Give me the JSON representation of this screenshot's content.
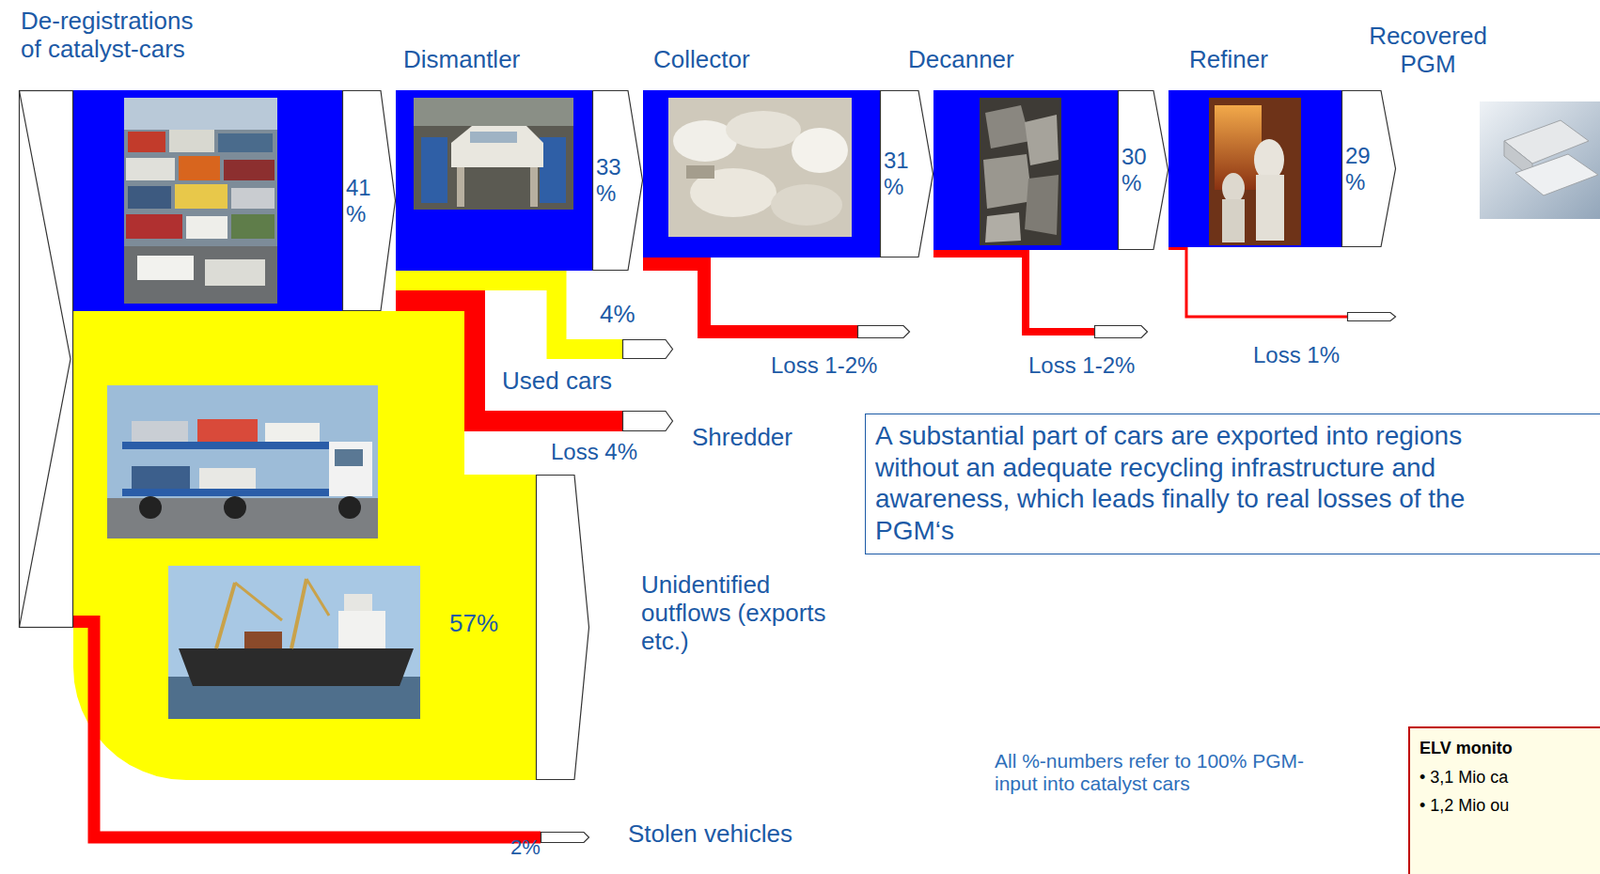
{
  "diagram": {
    "nodes": [
      {
        "text": [
          "De-registrations of catalyst-cars"
        ]
      },
      {
        "text": [
          "41 %"
        ]
      },
      {
        "text": [
          "33 %"
        ]
      },
      {
        "text": [
          "31 %"
        ]
      },
      {
        "text": [
          "30 %"
        ]
      },
      {
        "text": [
          "Recovered PGM",
          "29 %"
        ]
      },
      {
        "text": [
          "4%",
          "Used cars"
        ]
      },
      {
        "text": [
          "Loss 4%",
          "Shredder"
        ]
      },
      {
        "text": [
          "Loss 1-2%"
        ]
      },
      {
        "text": [
          "Loss 1-2%"
        ]
      },
      {
        "text": [
          "Loss 1%"
        ]
      },
      {
        "text": [
          "57%",
          "Unidentified outflows (exports etc.)"
        ]
      },
      {
        "text": [
          "Stolen vehicles",
          "2%"
        ]
      },
      {
        "text": [
          "A substantial part of cars are exported into regions without an adequate recycling infrastructure and awareness, which leads finally to real losses of the PGM‘s"
        ]
      },
      {
        "text": [
          "ELV monito",
          "• 3,1 Mio ca",
          "• 1,2 Mio ou"
        ]
      }
    ],
    "edges": [
      {
        "from": 0,
        "to": 1,
        "arrow": "none"
      },
      {
        "from": 1,
        "to": 2,
        "arrow": "none"
      },
      {
        "from": 2,
        "to": 3,
        "arrow": "none"
      },
      {
        "from": 3,
        "to": 4,
        "arrow": "none"
      },
      {
        "from": 4,
        "to": 5,
        "arrow": "none"
      },
      {
        "from": 0,
        "to": 11,
        "arrow": "none"
      },
      {
        "from": 0,
        "to": 12,
        "arrow": "none"
      },
      {
        "from": 1,
        "to": 6,
        "arrow": "none"
      },
      {
        "from": 1,
        "to": 7,
        "arrow": "none"
      },
      {
        "from": 2,
        "to": 8,
        "arrow": "none"
      },
      {
        "from": 3,
        "to": 9,
        "arrow": "none"
      },
      {
        "from": 4,
        "to": 10,
        "arrow": "none"
      }
    ],
    "labels": [
      "Dismantler",
      "Collector",
      "Decanner",
      "Refiner",
      "All %-numbers refer to 100% PGM-input into catalyst cars"
    ]
  }
}
